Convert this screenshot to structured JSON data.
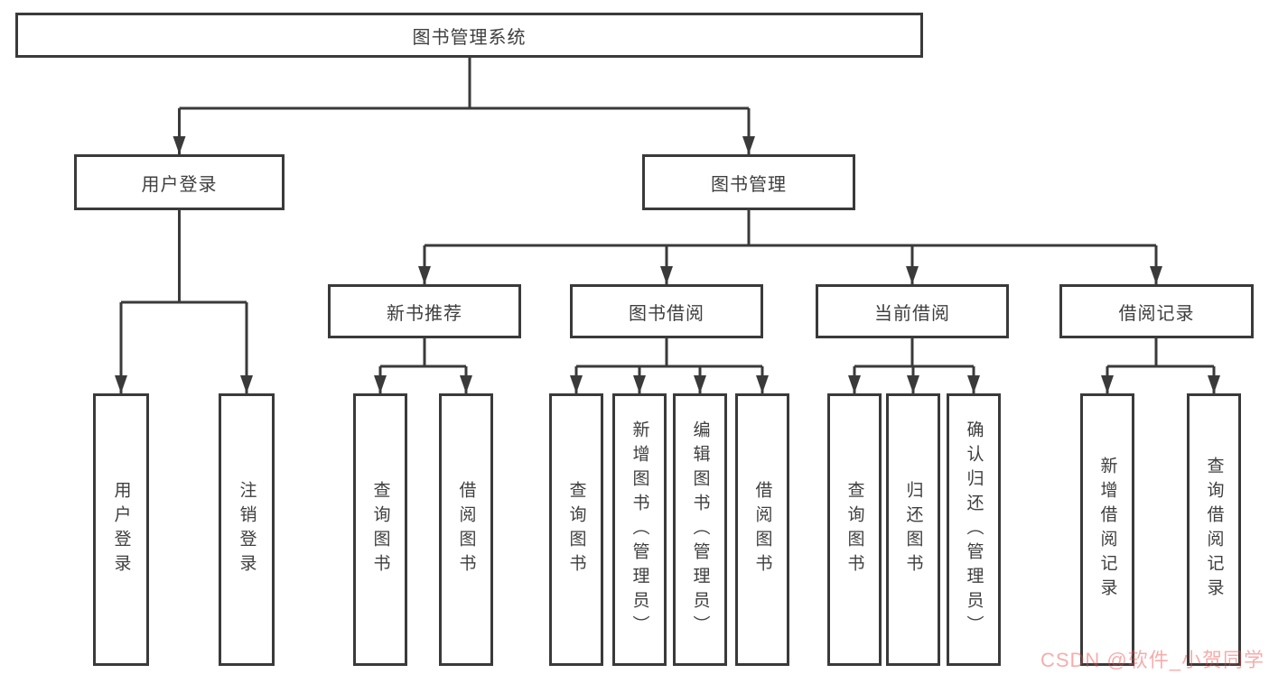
{
  "diagram": {
    "root": {
      "label": "图书管理系统"
    },
    "level2": [
      {
        "label": "用户登录"
      },
      {
        "label": "图书管理"
      }
    ],
    "level3": [
      {
        "label": "新书推荐"
      },
      {
        "label": "图书借阅"
      },
      {
        "label": "当前借阅"
      },
      {
        "label": "借阅记录"
      }
    ],
    "leaves": {
      "login": [
        "用户登录",
        "注销登录"
      ],
      "new_book": [
        "查询图书",
        "借阅图书"
      ],
      "borrow": [
        "查询图书",
        "新增图书（管理员）",
        "编辑图书（管理员）",
        "借阅图书"
      ],
      "current": [
        "查询图书",
        "归还图书",
        "确认归还（管理员）"
      ],
      "records": [
        "新增借阅记录",
        "查询借阅记录"
      ]
    },
    "colors": {
      "line": "#3a3a3a",
      "text": "#3f3f3f",
      "background": "#ffffff",
      "watermark": "rgba(232,74,68,0.45)"
    }
  },
  "watermark": {
    "text": "CSDN @软件_小贺同学"
  }
}
